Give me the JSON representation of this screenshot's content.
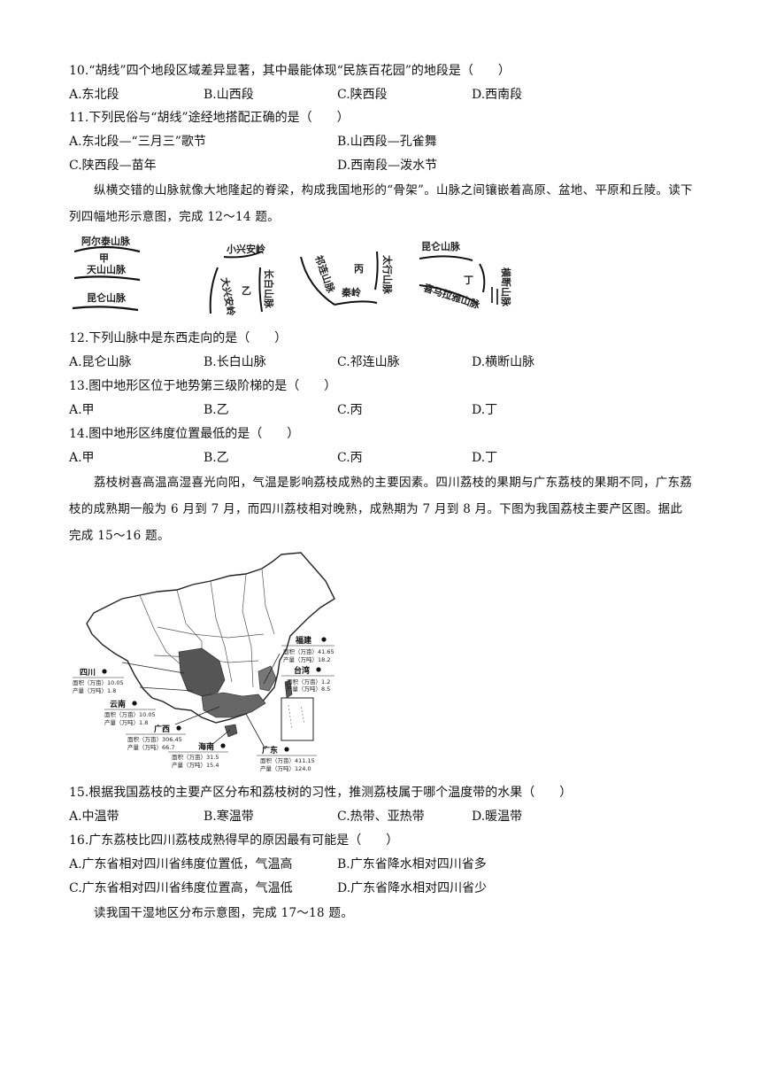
{
  "q10": {
    "stem": "10.“胡线”四个地段区域差异显著，其中最能体现“民族百花园”的地段是（　　）",
    "options": [
      "A.东北段",
      "B.山西段",
      "C.陕西段",
      "D.西南段"
    ]
  },
  "q11": {
    "stem": "11.下列民俗与“胡线”途经地搭配正确的是（　　）",
    "options": [
      "A.东北段—“三月三”歌节",
      "B.山西段—孔雀舞",
      "C.陕西段—苗年",
      "D.西南段—泼水节"
    ]
  },
  "intro1": "纵横交错的山脉就像大地隆起的脊梁，构成我国地形的“骨架”。山脉之间镶嵌着高原、盆地、平原和丘陵。读下列四幅地形示意图，完成 12～14 题。",
  "sketch": {
    "a": {
      "top": "阿尔泰山脉",
      "mid": "甲",
      "tian": "天山山脉",
      "bottom": "昆仑山脉"
    },
    "b": {
      "xiao": "小兴安岭",
      "da": "大兴安岭",
      "mid": "乙",
      "chang": "长白山脉"
    },
    "c": {
      "qi": "祁连山脉",
      "mid": "丙",
      "tai": "太行山脉",
      "qin": "秦岭"
    },
    "d": {
      "kun": "昆仑山脉",
      "mid": "丁",
      "heng": "横断山脉",
      "xi": "喜马拉雅山脉"
    }
  },
  "q12": {
    "stem": "12.下列山脉中是东西走向的是（　　）",
    "options": [
      "A.昆仑山脉",
      "B.长白山脉",
      "C.祁连山脉",
      "D.横断山脉"
    ]
  },
  "q13": {
    "stem": "13.图中地形区位于地势第三级阶梯的是（　　）",
    "options": [
      "A.甲",
      "B.乙",
      "C.丙",
      "D.丁"
    ]
  },
  "q14": {
    "stem": "14.图中地形区纬度位置最低的是（　　）",
    "options": [
      "A.甲",
      "B.乙",
      "C.丙",
      "D.丁"
    ]
  },
  "intro2": "荔枝树喜高温高湿喜光向阳，气温是影响荔枝成熟的主要因素。四川荔枝的果期与广东荔枝的果期不同，广东荔枝的成熟期一般为 6 月到 7 月，而四川荔枝相对晚熟，成熟期为 7 月到 8 月。下图为我国荔枝主要产区图。据此完成 15～16 题。",
  "map": {
    "fujian": {
      "name": "福建",
      "area": "面积（万亩）41.65",
      "prod": "产量（万吨）18.2"
    },
    "taiwan": {
      "name": "台湾",
      "area": "面积（万亩）1.2",
      "prod": "产量（万吨）8.5"
    },
    "sichuan": {
      "name": "四川",
      "area": "面积（万亩）10.05",
      "prod": "产量（万吨）1.8"
    },
    "yunnan": {
      "name": "云南",
      "area": "面积（万亩）10.05",
      "prod": "产量（万吨）1.8"
    },
    "guangxi": {
      "name": "广西",
      "area": "面积（万亩）306.45",
      "prod": "产量（万吨）66.7"
    },
    "hainan": {
      "name": "海南",
      "area": "面积（万亩）31.5",
      "prod": "产量（万吨）15.4"
    },
    "guangdong": {
      "name": "广东",
      "area": "面积（万亩）411.15",
      "prod": "产量（万吨）124.0"
    }
  },
  "q15": {
    "stem": "15.根据我国荔枝的主要产区分布和荔枝树的习性，推测荔枝属于哪个温度带的水果（　　）",
    "options": [
      "A.中温带",
      "B.寒温带",
      "C.热带、亚热带",
      "D.暖温带"
    ]
  },
  "q16": {
    "stem": "16.广东荔枝比四川荔枝成熟得早的原因最有可能是（　　）",
    "options": [
      "A.广东省相对四川省纬度位置低，气温高",
      "B.广东省降水相对四川省多",
      "C.广东省相对四川省纬度位置高，气温低",
      "D.广东省降水相对四川省少"
    ]
  },
  "intro3": "读我国干湿地区分布示意图，完成 17～18 题。"
}
